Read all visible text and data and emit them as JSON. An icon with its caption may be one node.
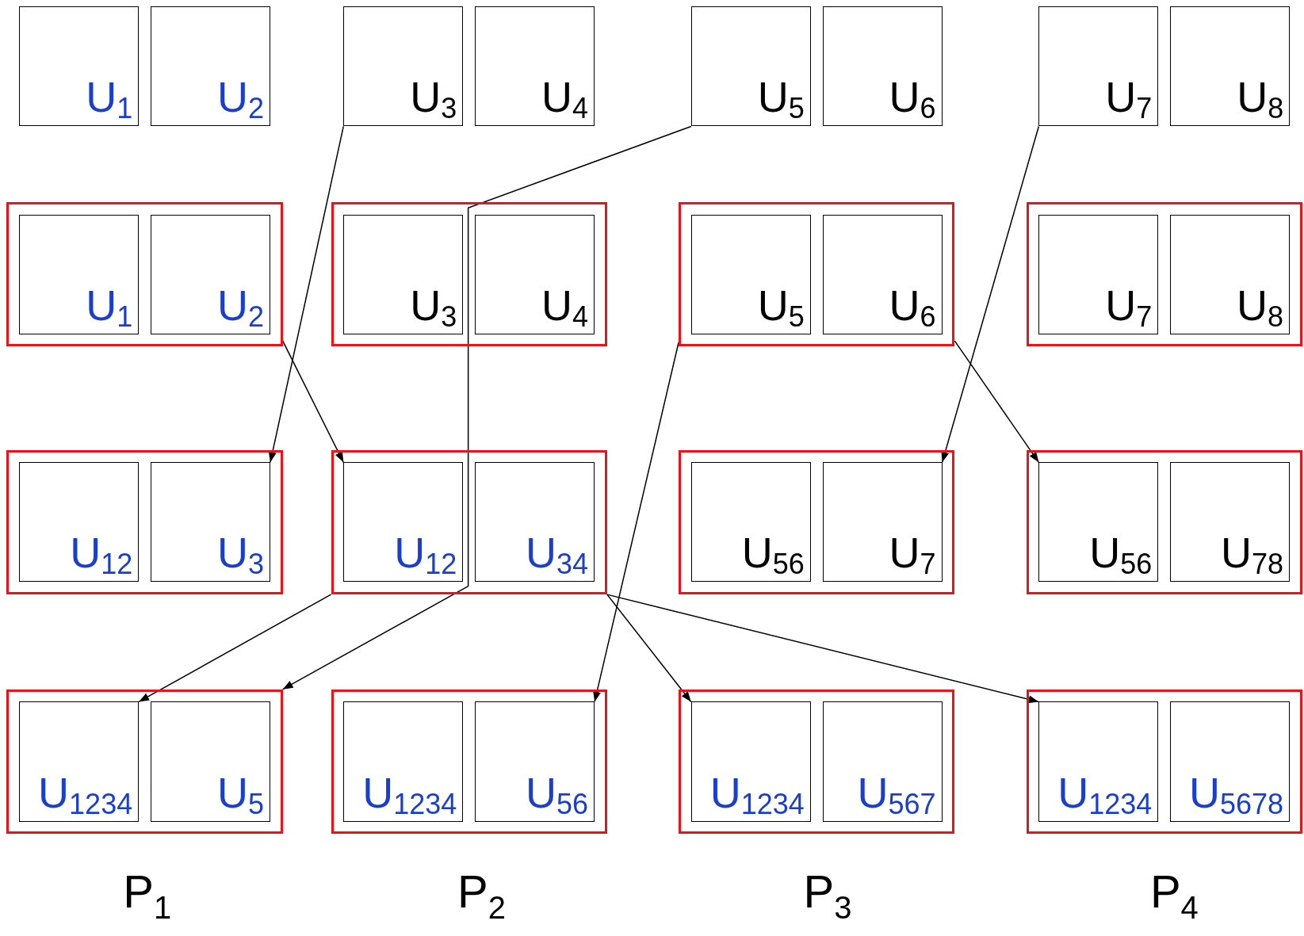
{
  "diagram": {
    "nodes": [
      {
        "text": [
          "U$_{1}$"
        ]
      },
      {
        "text": [
          "U$_{2}$"
        ]
      },
      {
        "text": [
          "U$_{3}$"
        ]
      },
      {
        "text": [
          "U$_{4}$"
        ]
      },
      {
        "text": [
          "U$_{5}$"
        ]
      },
      {
        "text": [
          "U$_{6}$"
        ]
      },
      {
        "text": [
          "U$_{7}$"
        ]
      },
      {
        "text": [
          "U$_{8}$"
        ]
      },
      {
        "text": [],
        "shape": "box"
      },
      {
        "text": [
          "U$_{1}$"
        ],
        "in": 8
      },
      {
        "text": [
          "U$_{2}$"
        ],
        "in": 8
      },
      {
        "text": [],
        "shape": "box"
      },
      {
        "text": [
          "U$_{3}$"
        ],
        "in": 11
      },
      {
        "text": [
          "U$_{4}$"
        ],
        "in": 11
      },
      {
        "text": [],
        "shape": "box"
      },
      {
        "text": [
          "U$_{5}$"
        ],
        "in": 14
      },
      {
        "text": [
          "U$_{6}$"
        ],
        "in": 14
      },
      {
        "text": [],
        "shape": "box"
      },
      {
        "text": [
          "U$_{7}$"
        ],
        "in": 17
      },
      {
        "text": [
          "U$_{8}$"
        ],
        "in": 17
      },
      {
        "text": [],
        "shape": "box"
      },
      {
        "text": [
          "U$_{12}$"
        ],
        "in": 20
      },
      {
        "text": [
          "U$_{3}$"
        ],
        "in": 20
      },
      {
        "text": [],
        "shape": "box"
      },
      {
        "text": [
          "U$_{12}$"
        ],
        "in": 23
      },
      {
        "text": [
          "U$_{34}$"
        ],
        "in": 23
      },
      {
        "text": [],
        "shape": "box"
      },
      {
        "text": [
          "U$_{56}$"
        ],
        "in": 26
      },
      {
        "text": [
          "U$_{7}$"
        ],
        "in": 26
      },
      {
        "text": [],
        "shape": "box"
      },
      {
        "text": [
          "U$_{56}$"
        ],
        "in": 29
      },
      {
        "text": [
          "U$_{78}$"
        ],
        "in": 29
      },
      {
        "text": [],
        "shape": "box"
      },
      {
        "text": [
          "U$_{1234}$"
        ],
        "in": 32
      },
      {
        "text": [
          "U$_{5}$"
        ],
        "in": 32
      },
      {
        "text": [],
        "shape": "box"
      },
      {
        "text": [
          "U$_{1234}$"
        ],
        "in": 35
      },
      {
        "text": [
          "U$_{56}$"
        ],
        "in": 35
      },
      {
        "text": [],
        "shape": "box"
      },
      {
        "text": [
          "U$_{1234}$"
        ],
        "in": 38
      },
      {
        "text": [
          "U$_{567}$"
        ],
        "in": 38
      },
      {
        "text": [],
        "shape": "box"
      },
      {
        "text": [
          "U$_{1234}$"
        ],
        "in": 41
      },
      {
        "text": [
          "U$_{5678}$"
        ],
        "in": 41
      }
    ],
    "edges": [
      {
        "from": 2,
        "to": 22,
        "arrow": "to"
      },
      {
        "from": 8,
        "to": 24,
        "arrow": "to"
      },
      {
        "from": 4,
        "to": 32,
        "arrow": "to"
      },
      {
        "from": 6,
        "to": 28,
        "arrow": "to"
      },
      {
        "from": 14,
        "to": 30,
        "arrow": "to"
      },
      {
        "from": 14,
        "to": 37,
        "arrow": "to"
      },
      {
        "from": 23,
        "to": 33,
        "arrow": "to"
      },
      {
        "from": 23,
        "to": 39,
        "arrow": "to"
      },
      {
        "from": 23,
        "to": 42,
        "arrow": "to"
      }
    ],
    "labels": [
      "P$_{1}$",
      "P$_{2}$",
      "P$_{3}$",
      "P$_{4}$"
    ]
  }
}
